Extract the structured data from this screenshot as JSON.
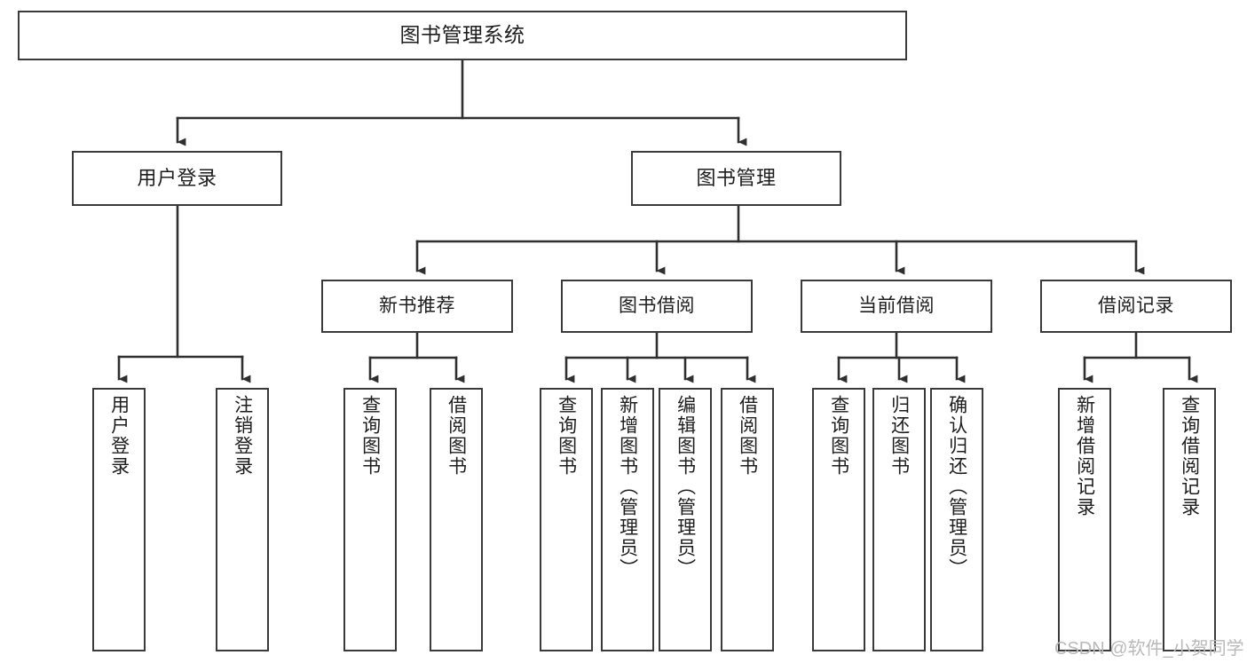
{
  "diagram": {
    "title": "图书管理系统",
    "type": "tree-hierarchy-diagram",
    "watermark": "CSDN @软件_小贺同学",
    "colors": {
      "box_border": "#3a3a3a",
      "box_fill": "#ffffff",
      "connector": "#2f2f2f",
      "text": "#1d1d1d",
      "watermark": "#b9b9b9",
      "background": "#ffffff"
    }
  },
  "root": {
    "label": "图书管理系统"
  },
  "level2": [
    {
      "id": "user-login",
      "label": "用户登录"
    },
    {
      "id": "book-manage",
      "label": "图书管理"
    }
  ],
  "level3": [
    {
      "id": "new-book-recommend",
      "label": "新书推荐"
    },
    {
      "id": "book-borrow",
      "label": "图书借阅"
    },
    {
      "id": "current-borrow",
      "label": "当前借阅"
    },
    {
      "id": "borrow-record",
      "label": "借阅记录"
    }
  ],
  "leaves": {
    "user_login": [
      {
        "id": "leaf-user-login",
        "label": "用户登录"
      },
      {
        "id": "leaf-logout-login",
        "label": "注销登录"
      }
    ],
    "new_book_recommend": [
      {
        "id": "leaf-query-book-1",
        "label": "查询图书"
      },
      {
        "id": "leaf-borrow-book-1",
        "label": "借阅图书"
      }
    ],
    "book_borrow": [
      {
        "id": "leaf-query-book-2",
        "label": "查询图书"
      },
      {
        "id": "leaf-add-book",
        "label": "新增图书（管理员）"
      },
      {
        "id": "leaf-edit-book",
        "label": "编辑图书（管理员）"
      },
      {
        "id": "leaf-borrow-book-2",
        "label": "借阅图书"
      }
    ],
    "current_borrow": [
      {
        "id": "leaf-query-book-3",
        "label": "查询图书"
      },
      {
        "id": "leaf-return-book",
        "label": "归还图书"
      },
      {
        "id": "leaf-confirm-return",
        "label": "确认归还（管理员）"
      }
    ],
    "borrow_record": [
      {
        "id": "leaf-add-record",
        "label": "新增借阅记录"
      },
      {
        "id": "leaf-query-record",
        "label": "查询借阅记录"
      }
    ]
  }
}
